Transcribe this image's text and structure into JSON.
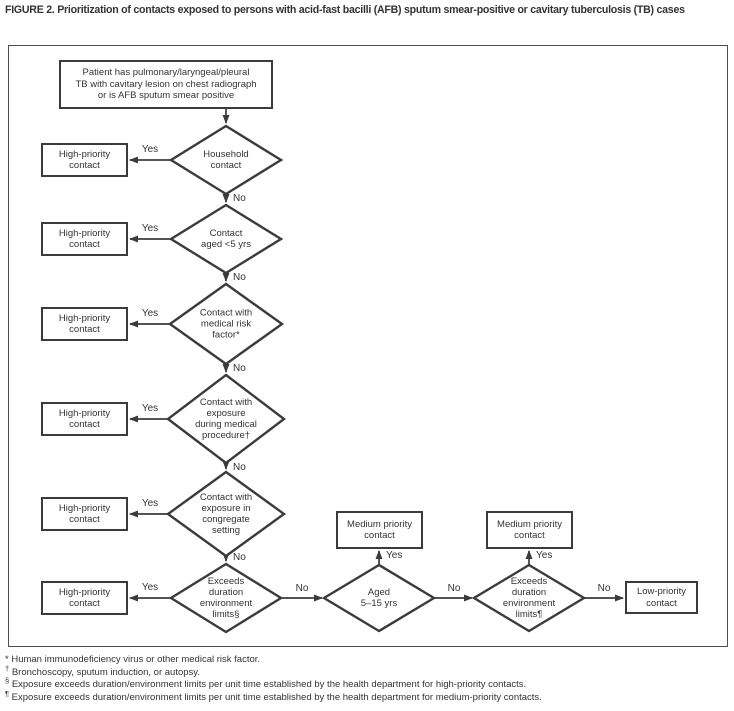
{
  "title": "FIGURE 2. Prioritization of contacts exposed to persons with acid-fast bacilli (AFB) sputum smear-positive or cavitary tuberculosis (TB) cases",
  "nodes": {
    "start": "Patient has pulmonary/laryngeal/pleural\nTB with cavitary lesion on chest radiograph\nor is AFB sputum smear positive",
    "high_priority": "High-priority\ncontact",
    "medium_priority": "Medium priority\ncontact",
    "low_priority": "Low-priority\ncontact"
  },
  "decisions": {
    "household": "Household\ncontact",
    "aged_under_5": "Contact\naged <5 yrs",
    "medical_risk": "Contact with\nmedical risk\nfactor*",
    "medical_procedure": "Contact with\nexposure\nduring medical\nprocedure†",
    "congregate": "Contact with\nexposure in\ncongregate\nsetting",
    "exceeds_limits_high": "Exceeds\nduration\nenvironment\nlimits§",
    "aged_5_15": "Aged\n5–15 yrs",
    "exceeds_limits_medium": "Exceeds\nduration\nenvironment\nlimits¶"
  },
  "edge_labels": {
    "yes": "Yes",
    "no": "No"
  },
  "footnotes": [
    {
      "marker": "*",
      "text": "Human immunodeficiency virus or other medical risk factor."
    },
    {
      "marker": "†",
      "text": "Bronchoscopy, sputum induction, or autopsy."
    },
    {
      "marker": "§",
      "text": "Exposure exceeds duration/environment limits per unit time established by the health department for high-priority contacts."
    },
    {
      "marker": "¶",
      "text": "Exposure exceeds duration/environment limits per unit time established by the health department for medium-priority contacts."
    }
  ],
  "colors": {
    "line": "#3b3b3b",
    "text": "#333333",
    "background": "#ffffff"
  }
}
